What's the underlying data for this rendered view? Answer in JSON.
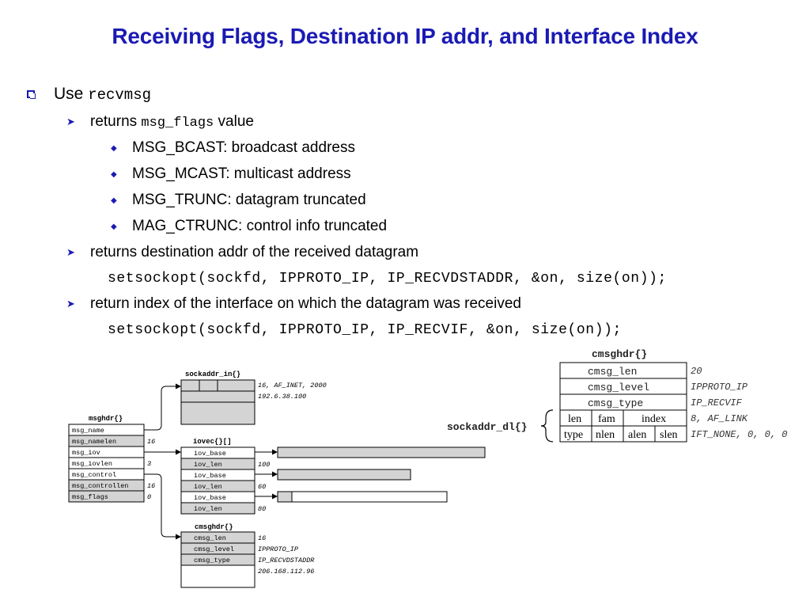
{
  "title": "Receiving Flags, Destination IP addr, and Interface Index",
  "bullets": {
    "use_prefix": "Use ",
    "use_code": "recvmsg",
    "flags_prefix": "returns ",
    "flags_code": "msg_flags",
    "flags_suffix": " value",
    "flag_items": [
      "MSG_BCAST: broadcast address",
      "MSG_MCAST: multicast address",
      "MSG_TRUNC: datagram truncated",
      "MAG_CTRUNC: control info truncated"
    ],
    "dest_text": "returns destination addr of the received datagram",
    "dest_code": "setsockopt(sockfd, IPPROTO_IP, IP_RECVDSTADDR, &on, size(on));",
    "iface_text": "return index of the interface on which the datagram was received",
    "iface_code": "setsockopt(sockfd, IPPROTO_IP, IP_RECVIF, &on, size(on));"
  },
  "left_diagram": {
    "msghdr_title": "msghdr{}",
    "msghdr_fields": [
      "msg_name",
      "msg_namelen",
      "msg_iov",
      "msg_iovlen",
      "msg_control",
      "msg_controllen",
      "msg_flags"
    ],
    "msghdr_values": [
      "",
      "16",
      "",
      "3",
      "",
      "16",
      "0"
    ],
    "sockaddr_title": "sockaddr_in{}",
    "sockaddr_values": [
      "16, AF_INET, 2000",
      "192.6.38.100"
    ],
    "iovec_title": "iovec{}[]",
    "iovec_fields": [
      "iov_base",
      "iov_len",
      "iov_base",
      "iov_len",
      "iov_base",
      "iov_len"
    ],
    "iovec_values": [
      "",
      "100",
      "",
      "60",
      "",
      "80"
    ],
    "cmsghdr_title": "cmsghdr{}",
    "cmsghdr_fields": [
      "cmsg_len",
      "cmsg_level",
      "cmsg_type"
    ],
    "cmsghdr_values": [
      "16",
      "IPPROTO_IP",
      "IP_RECVDSTADDR",
      "206.168.112.96"
    ]
  },
  "right_diagram": {
    "cmsghdr_title": "cmsghdr{}",
    "fields": [
      "cmsg_len",
      "cmsg_level",
      "cmsg_type"
    ],
    "values": [
      "20",
      "IPPROTO_IP",
      "IP_RECVIF",
      "8, AF_LINK",
      "IFT_NONE, 0, 0, 0"
    ],
    "sdl_label": "sockaddr_dl{}",
    "row1": [
      "len",
      "fam",
      "index"
    ],
    "row2": [
      "type",
      "nlen",
      "alen",
      "slen"
    ]
  },
  "colors": {
    "title": "#1a1ab4",
    "bullet": "#1a1ab4",
    "shade": "#d4d4d4"
  }
}
